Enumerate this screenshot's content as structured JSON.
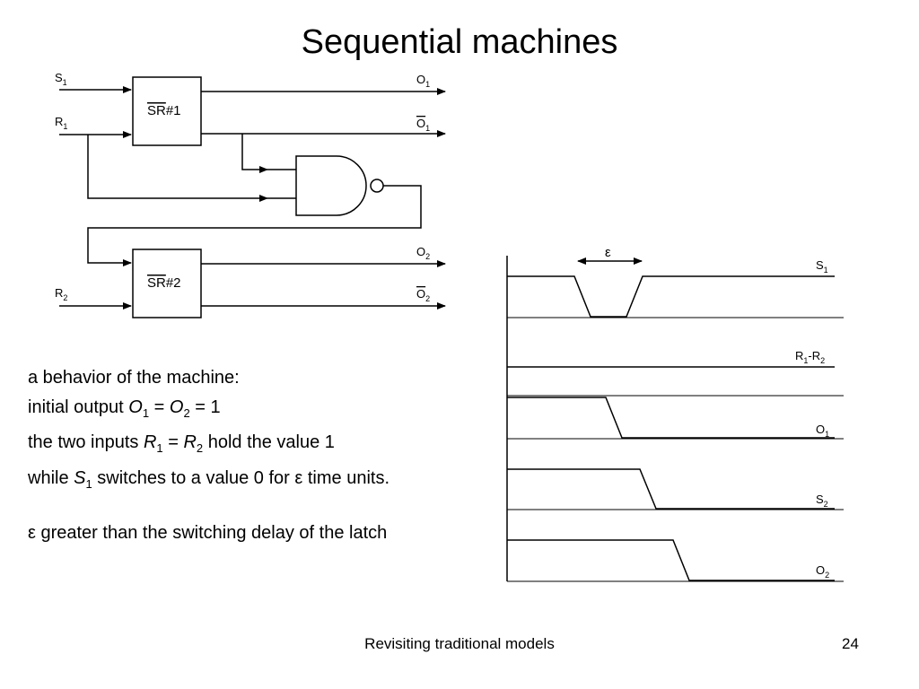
{
  "slide": {
    "title": "Sequential machines",
    "footer": "Revisiting traditional models",
    "page_number": "24"
  },
  "circuit": {
    "latch1": {
      "prefix": "SR",
      "suffix": "#1",
      "s": "S",
      "s_sub": "1",
      "r": "R",
      "r_sub": "1",
      "o": "O",
      "o_sub": "1",
      "onot": "O",
      "onot_sub": "1"
    },
    "latch2": {
      "prefix": "SR",
      "suffix": "#2",
      "r": "R",
      "r_sub": "2",
      "o": "O",
      "o_sub": "2",
      "onot": "O",
      "onot_sub": "2"
    }
  },
  "timing": {
    "epsilon": "ε",
    "signals": [
      {
        "name": "S",
        "sub": "1",
        "sep": "",
        "name2": "",
        "sub2": ""
      },
      {
        "name": "R",
        "sub": "1",
        "sep": "-",
        "name2": "R",
        "sub2": "2"
      },
      {
        "name": "O",
        "sub": "1",
        "sep": "",
        "name2": "",
        "sub2": ""
      },
      {
        "name": "S",
        "sub": "2",
        "sep": "",
        "name2": "",
        "sub2": ""
      },
      {
        "name": "O",
        "sub": "2",
        "sep": "",
        "name2": "",
        "sub2": ""
      }
    ]
  },
  "description": {
    "line1": "a behavior of the machine:",
    "line2": {
      "prefix": "initial output ",
      "v1": "O",
      "s1": "1",
      "eq1": " = ",
      "v2": "O",
      "s2": "2",
      "tail": " = 1"
    },
    "line3": {
      "prefix": "the two inputs ",
      "v1": "R",
      "s1": "1",
      "eq1": " = ",
      "v2": "R",
      "s2": "2",
      "tail": " hold the value 1"
    },
    "line4": {
      "prefix": "while ",
      "v1": "S",
      "s1": "1",
      "tail": " switches to a value 0 for ε time units."
    },
    "line5": "ε greater than the switching delay of the  latch"
  }
}
